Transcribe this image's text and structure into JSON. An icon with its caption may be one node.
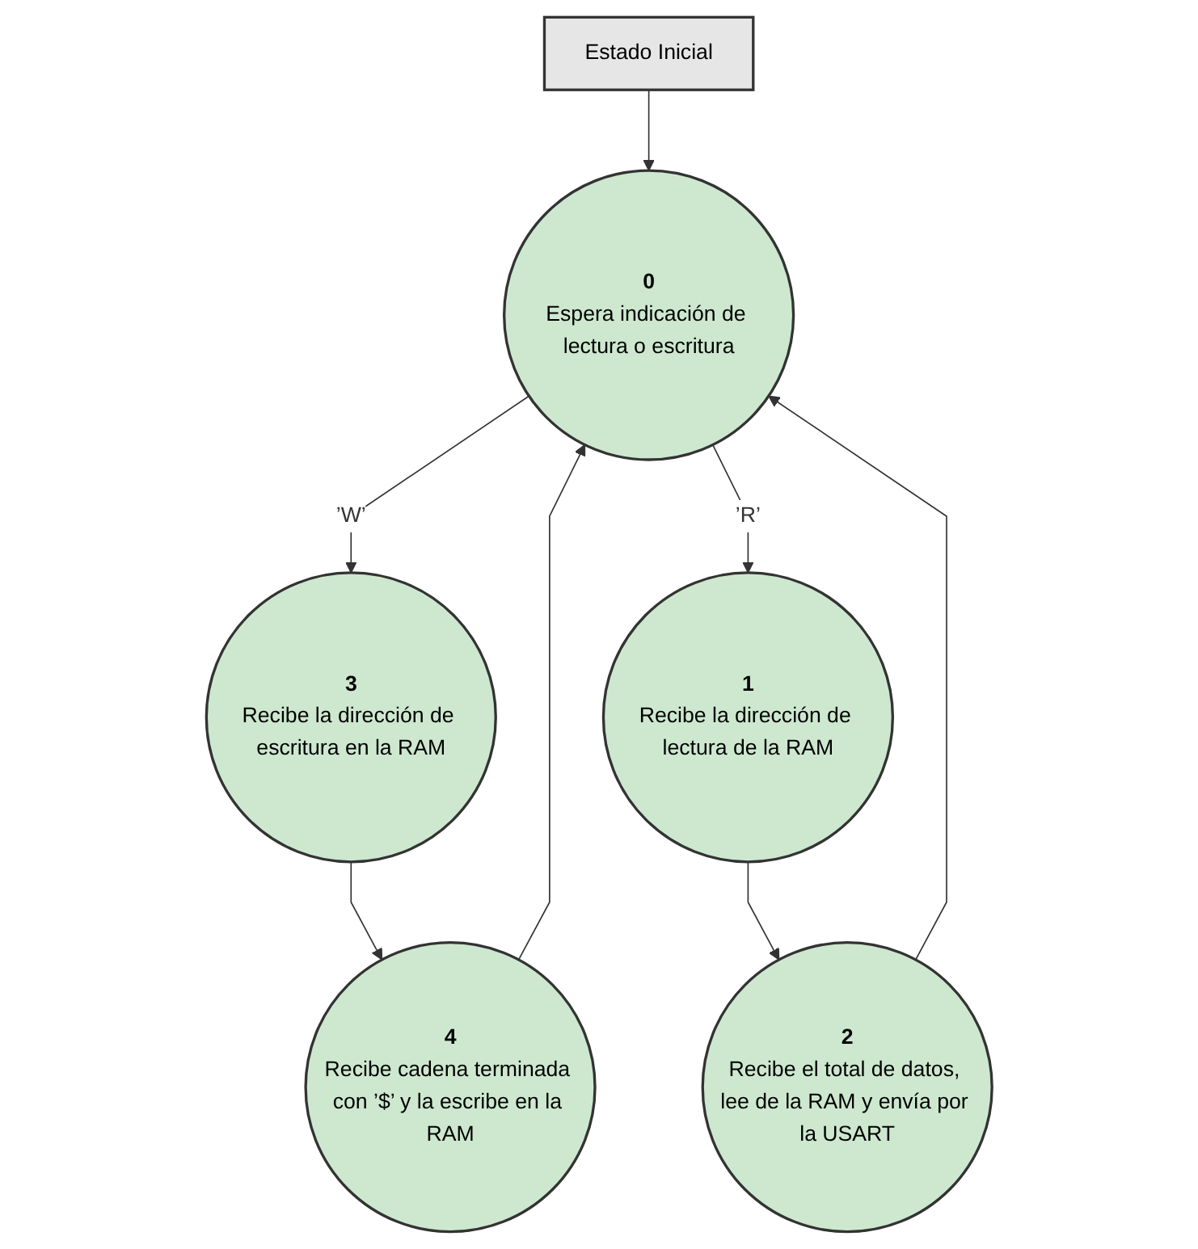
{
  "diagram": {
    "nodes": [
      {
        "text": [
          "Estado Inicial"
        ]
      },
      {
        "text": [
          "0",
          "Espera indicación de lectura o escritura"
        ]
      },
      {
        "text": [
          "3",
          "Recibe la dirección de escritura en la RAM"
        ]
      },
      {
        "text": [
          "1",
          "Recibe la dirección de lectura de la RAM"
        ]
      },
      {
        "text": [
          "4",
          "Recibe cadena terminada con ’$’ y la escribe en la RAM"
        ]
      },
      {
        "text": [
          "2",
          "Recibe el total de datos, lee de la RAM y envía por la USART"
        ]
      }
    ],
    "edges": [
      {
        "from": 0,
        "to": 1,
        "arrow": "to"
      },
      {
        "from": 1,
        "to": 2,
        "arrow": "to",
        "label": "’W’"
      },
      {
        "from": 1,
        "to": 3,
        "arrow": "to",
        "label": "’R’"
      },
      {
        "from": 2,
        "to": 4,
        "arrow": "to"
      },
      {
        "from": 3,
        "to": 5,
        "arrow": "to"
      },
      {
        "from": 4,
        "to": 1,
        "arrow": "to"
      },
      {
        "from": 5,
        "to": 1,
        "arrow": "to"
      }
    ]
  }
}
